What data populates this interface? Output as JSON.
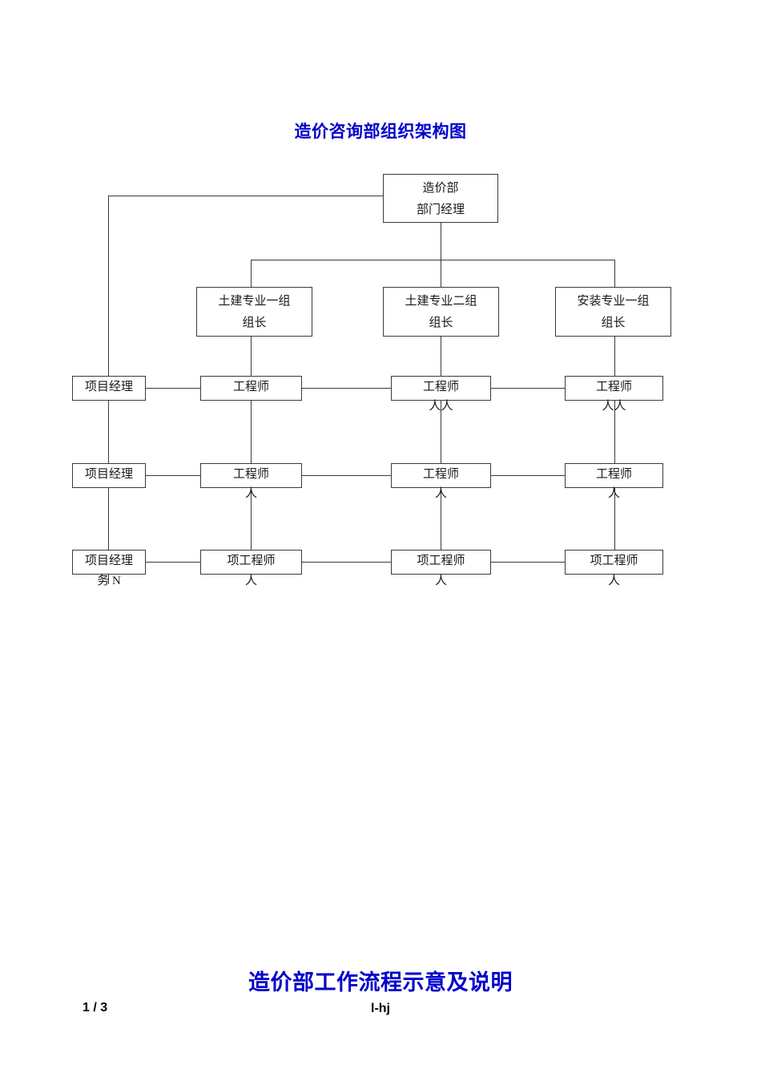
{
  "document": {
    "title": "造价咨询部组织架构图",
    "bottom_heading": "造价部工作流程示意及说明",
    "page_number": "1 / 3",
    "footer_code": "l-hj",
    "title_color": "#0000cc"
  },
  "chart_data": {
    "type": "diagram",
    "title": "造价咨询部组织架构图",
    "root": {
      "line1": "造价部",
      "line2": "部门经理"
    },
    "groups": [
      {
        "line1": "土建专业一组",
        "line2": "组长"
      },
      {
        "line1": "土建专业二组",
        "line2": "组长"
      },
      {
        "line1": "安装专业一组",
        "line2": "组长"
      }
    ],
    "project_manager_column": [
      {
        "label": "项目经理",
        "overflow": ""
      },
      {
        "label": "项目经理",
        "overflow": ""
      },
      {
        "label": "项目经理",
        "overflow": "务 N"
      }
    ],
    "rows": [
      {
        "cells": [
          {
            "label": "工程师",
            "overflow": ""
          },
          {
            "label": "工程师",
            "overflow": "人人"
          },
          {
            "label": "工程师",
            "overflow": "人人"
          }
        ]
      },
      {
        "cells": [
          {
            "label": "工程师",
            "overflow": "人"
          },
          {
            "label": "工程师",
            "overflow": "人"
          },
          {
            "label": "工程师",
            "overflow": "人"
          }
        ]
      },
      {
        "cells": [
          {
            "label": "项工程师",
            "overflow": "人"
          },
          {
            "label": "项工程师",
            "overflow": "人"
          },
          {
            "label": "项工程师",
            "overflow": "人"
          }
        ]
      }
    ]
  }
}
